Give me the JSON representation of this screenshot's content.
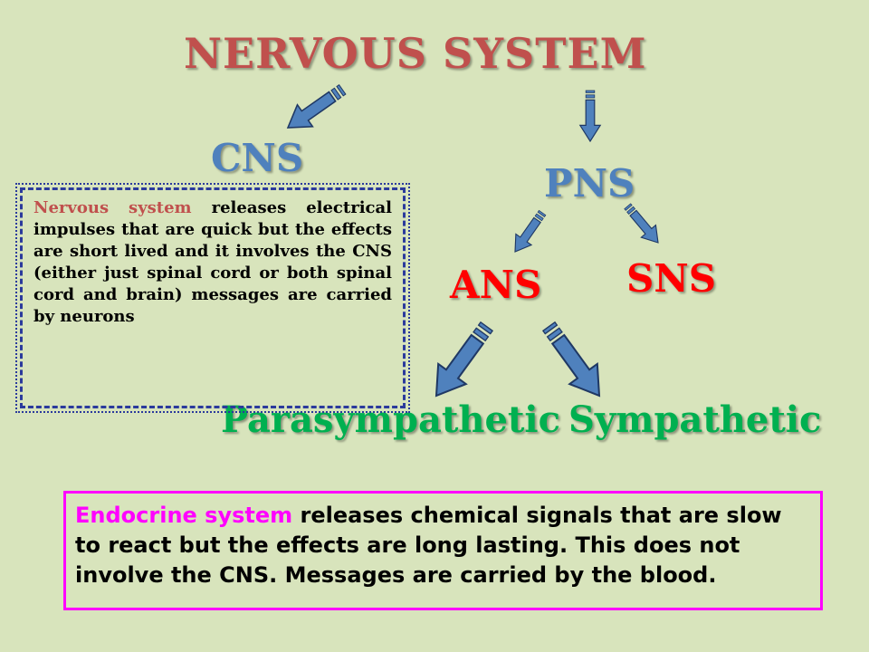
{
  "title": "NERVOUS SYSTEM",
  "nodes": {
    "cns": "CNS",
    "pns": "PNS",
    "ans": "ANS",
    "sns": "SNS",
    "parasympathetic": "Parasympathetic",
    "sympathetic": "Sympathetic"
  },
  "cns_note": {
    "lead": "Nervous system",
    "body": " releases electrical impulses that are quick but the effects are short lived and it involves the CNS (either just spinal cord or both spinal cord and brain) messages are carried by neurons"
  },
  "endocrine_note": {
    "lead": "Endocrine system",
    "body": " releases chemical signals that are slow to react but the effects are long lasting. This does not involve the CNS. Messages are carried by the blood."
  },
  "colors": {
    "background": "#d8e4bc",
    "title": "#c0504d",
    "cns_pns": "#4f81bd",
    "ans_sns": "#ff0000",
    "branches": "#00b050",
    "arrow_fill": "#4f81bd",
    "endocrine_border": "#ff00ff",
    "cns_border": "#2b3a9c"
  }
}
